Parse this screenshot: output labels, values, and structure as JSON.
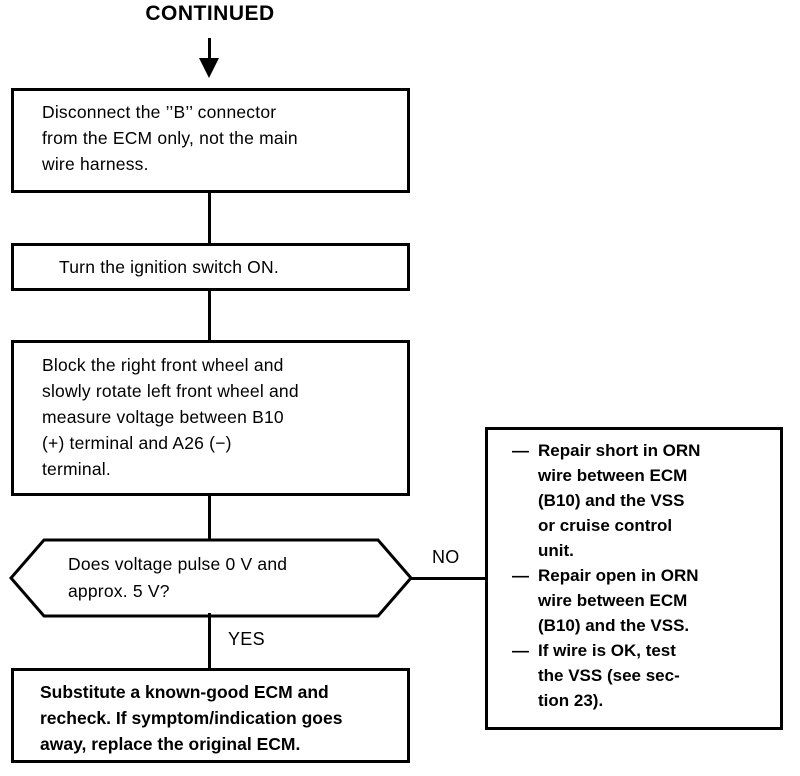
{
  "header": {
    "title": "CONTINUED"
  },
  "flow": {
    "steps": [
      {
        "id": "disconnect-b-connector",
        "type": "process",
        "text": "Disconnect  the  ’’B’’  connector\nfrom the ECM only, not the main\nwire harness."
      },
      {
        "id": "ignition-switch-on",
        "type": "process",
        "text": "Turn the ignition switch ON."
      },
      {
        "id": "measure-voltage",
        "type": "process",
        "text": "Block  the  right  front  wheel  and\nslowly rotate left front wheel and\nmeasure  voltage  between  B10\n(+)  terminal  and  A26  (−)\nterminal."
      },
      {
        "id": "voltage-pulse-question",
        "type": "decision",
        "text": "Does voltage pulse 0 V and\napprox. 5 V?"
      },
      {
        "id": "substitute-ecm",
        "type": "process-bold",
        "text": "Substitute a known-good ECM and\nrecheck. If symptom/indication goes\naway, replace the original ECM."
      }
    ],
    "branches": {
      "no_label": "NO",
      "yes_label": "YES"
    }
  },
  "repair_actions": {
    "dash": "—",
    "items": [
      "Repair short in ORN\nwire between ECM\n(B10) and the VSS\nor cruise control\nunit.",
      "Repair open in ORN\nwire between ECM\n(B10) and the VSS.",
      "If wire is OK, test\nthe VSS (see sec-\ntion 23)."
    ]
  },
  "style": {
    "ink": "#000000",
    "paper": "#ffffff"
  }
}
